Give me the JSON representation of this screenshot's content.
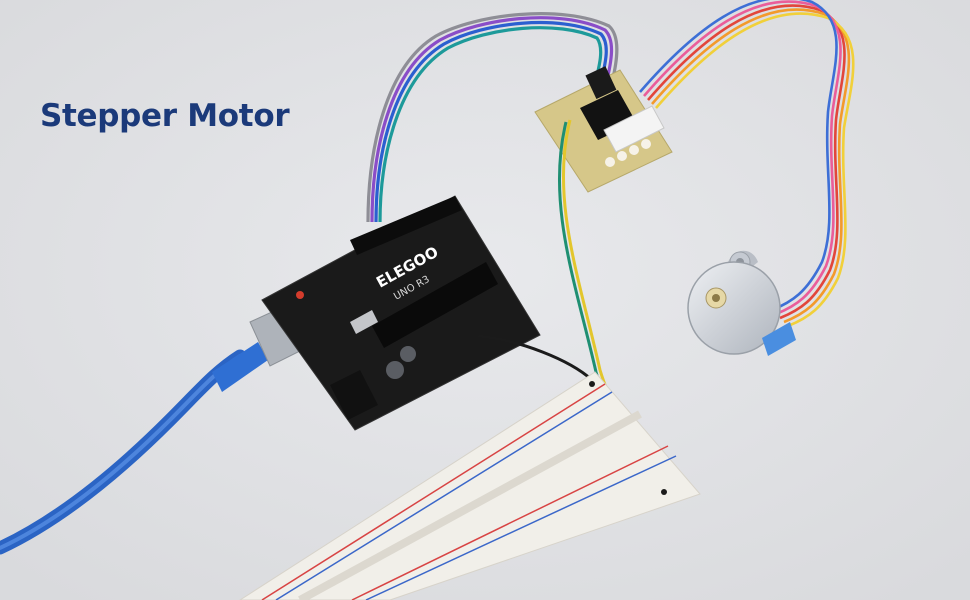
{
  "title": "Stepper Motor",
  "board": {
    "brand": "ELEGOO",
    "model": "UNO R3"
  },
  "colors": {
    "title": "#1b3a7a",
    "background": "#e2e3e6",
    "board": "#1a1a1a",
    "usb_cable": "#2f6fd3",
    "driver_pcb": "#d9c98a",
    "motor_body": "#c9ced6",
    "breadboard": "#f1efe9"
  }
}
